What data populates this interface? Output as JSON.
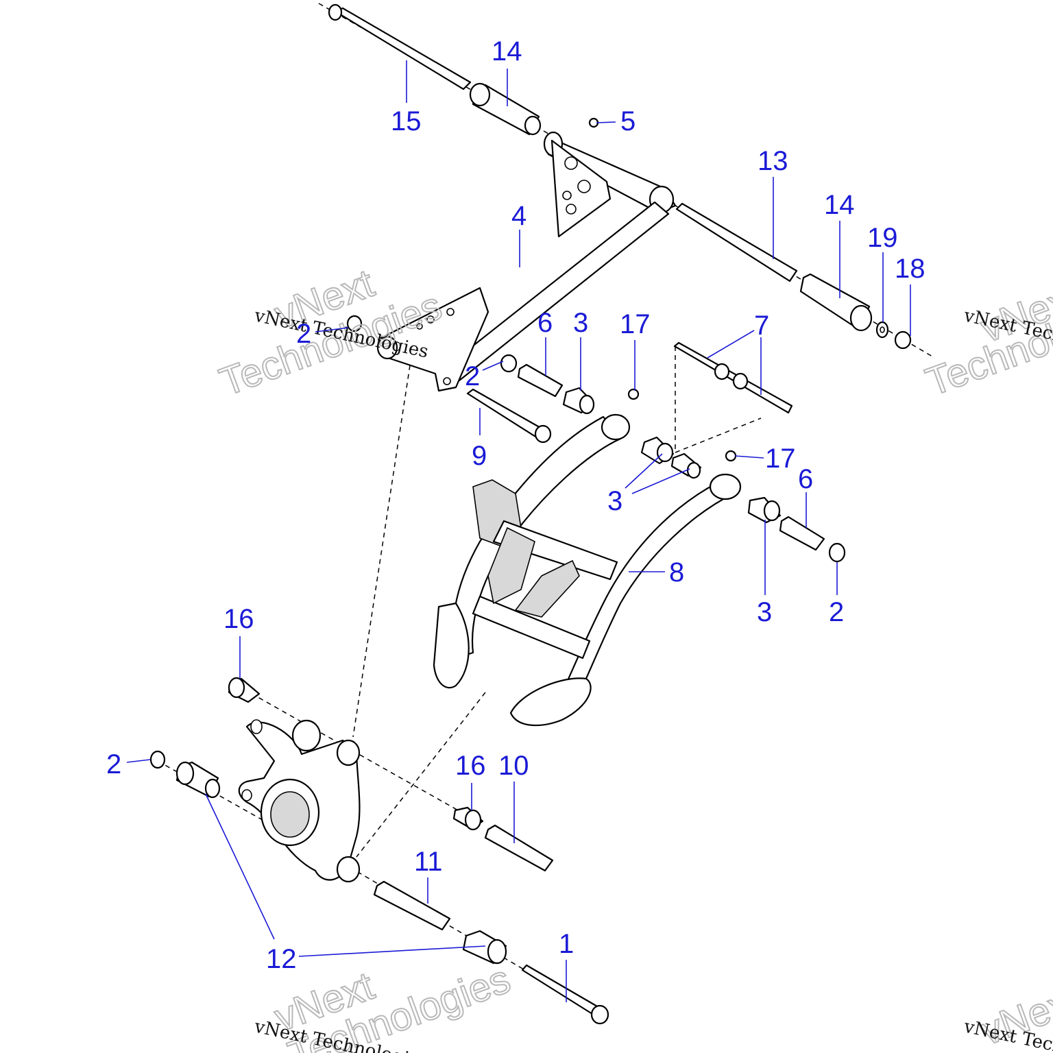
{
  "callouts": [
    {
      "id": "c15",
      "text": "15"
    },
    {
      "id": "c14a",
      "text": "14"
    },
    {
      "id": "c5",
      "text": "5"
    },
    {
      "id": "c13",
      "text": "13"
    },
    {
      "id": "c14b",
      "text": "14"
    },
    {
      "id": "c19",
      "text": "19"
    },
    {
      "id": "c18",
      "text": "18"
    },
    {
      "id": "c4",
      "text": "4"
    },
    {
      "id": "c2a",
      "text": "2"
    },
    {
      "id": "c6a",
      "text": "6"
    },
    {
      "id": "c3a",
      "text": "3"
    },
    {
      "id": "c17a",
      "text": "17"
    },
    {
      "id": "c7",
      "text": "7"
    },
    {
      "id": "c2b",
      "text": "2"
    },
    {
      "id": "c9",
      "text": "9"
    },
    {
      "id": "c17b",
      "text": "17"
    },
    {
      "id": "c6b",
      "text": "6"
    },
    {
      "id": "c3b",
      "text": "3"
    },
    {
      "id": "c8",
      "text": "8"
    },
    {
      "id": "c3c",
      "text": "3"
    },
    {
      "id": "c2c",
      "text": "2"
    },
    {
      "id": "c16a",
      "text": "16"
    },
    {
      "id": "c2d",
      "text": "2"
    },
    {
      "id": "c16b",
      "text": "16"
    },
    {
      "id": "c10",
      "text": "10"
    },
    {
      "id": "c11",
      "text": "11"
    },
    {
      "id": "c12",
      "text": "12"
    },
    {
      "id": "c1",
      "text": "1"
    }
  ],
  "watermarks": {
    "small": "vNext Technologies",
    "big_line1": "vNext",
    "big_line2": "Technologies"
  },
  "colors": {
    "callout": "#1a1ad6",
    "line": "#000000",
    "watermark": "#b8b8b8"
  }
}
